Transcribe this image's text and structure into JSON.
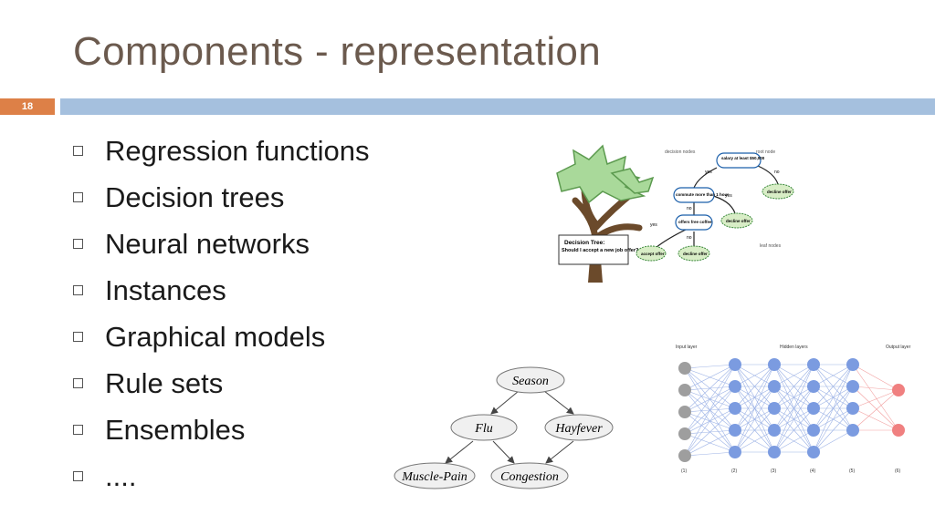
{
  "title": "Components - representation",
  "slide_number": "18",
  "bullets": [
    "Regression functions",
    "Decision trees",
    "Neural networks",
    "Instances",
    "Graphical models",
    "Rule sets",
    "Ensembles",
    "...."
  ],
  "decision_tree": {
    "label_decision_nodes": "decision nodes",
    "label_root_node": "root node",
    "label_leaf_nodes": "leaf nodes",
    "node_salary": "salary at least $50,000",
    "node_commute": "commute more than 1 hour",
    "node_coffee": "offers free coffee",
    "leaf_decline_1": "decline offer",
    "leaf_decline_2": "decline offer",
    "leaf_decline_3": "decline offer",
    "leaf_accept": "accept offer",
    "yes": "yes",
    "no": "no",
    "card_title": "Decision Tree:",
    "card_question": "Should I accept a new job offer?"
  },
  "bayes_net": {
    "nodes": [
      "Season",
      "Flu",
      "Hayfever",
      "Muscle-Pain",
      "Congestion"
    ]
  },
  "neural_net": {
    "labels": [
      "Input layer",
      "Hidden layers",
      "Output layer"
    ],
    "layer_numbers": [
      "(1)",
      "(2)",
      "(3)",
      "(4)",
      "(5)",
      "(6)"
    ]
  },
  "colors": {
    "title": "#6b5a4e",
    "slide_number_bg": "#dd8047",
    "title_bar": "#a5c0de",
    "leaf_fill": "#d8edc6",
    "input_node": "#9e9e9e",
    "hidden_node": "#7b9be0",
    "output_node": "#f08080"
  }
}
